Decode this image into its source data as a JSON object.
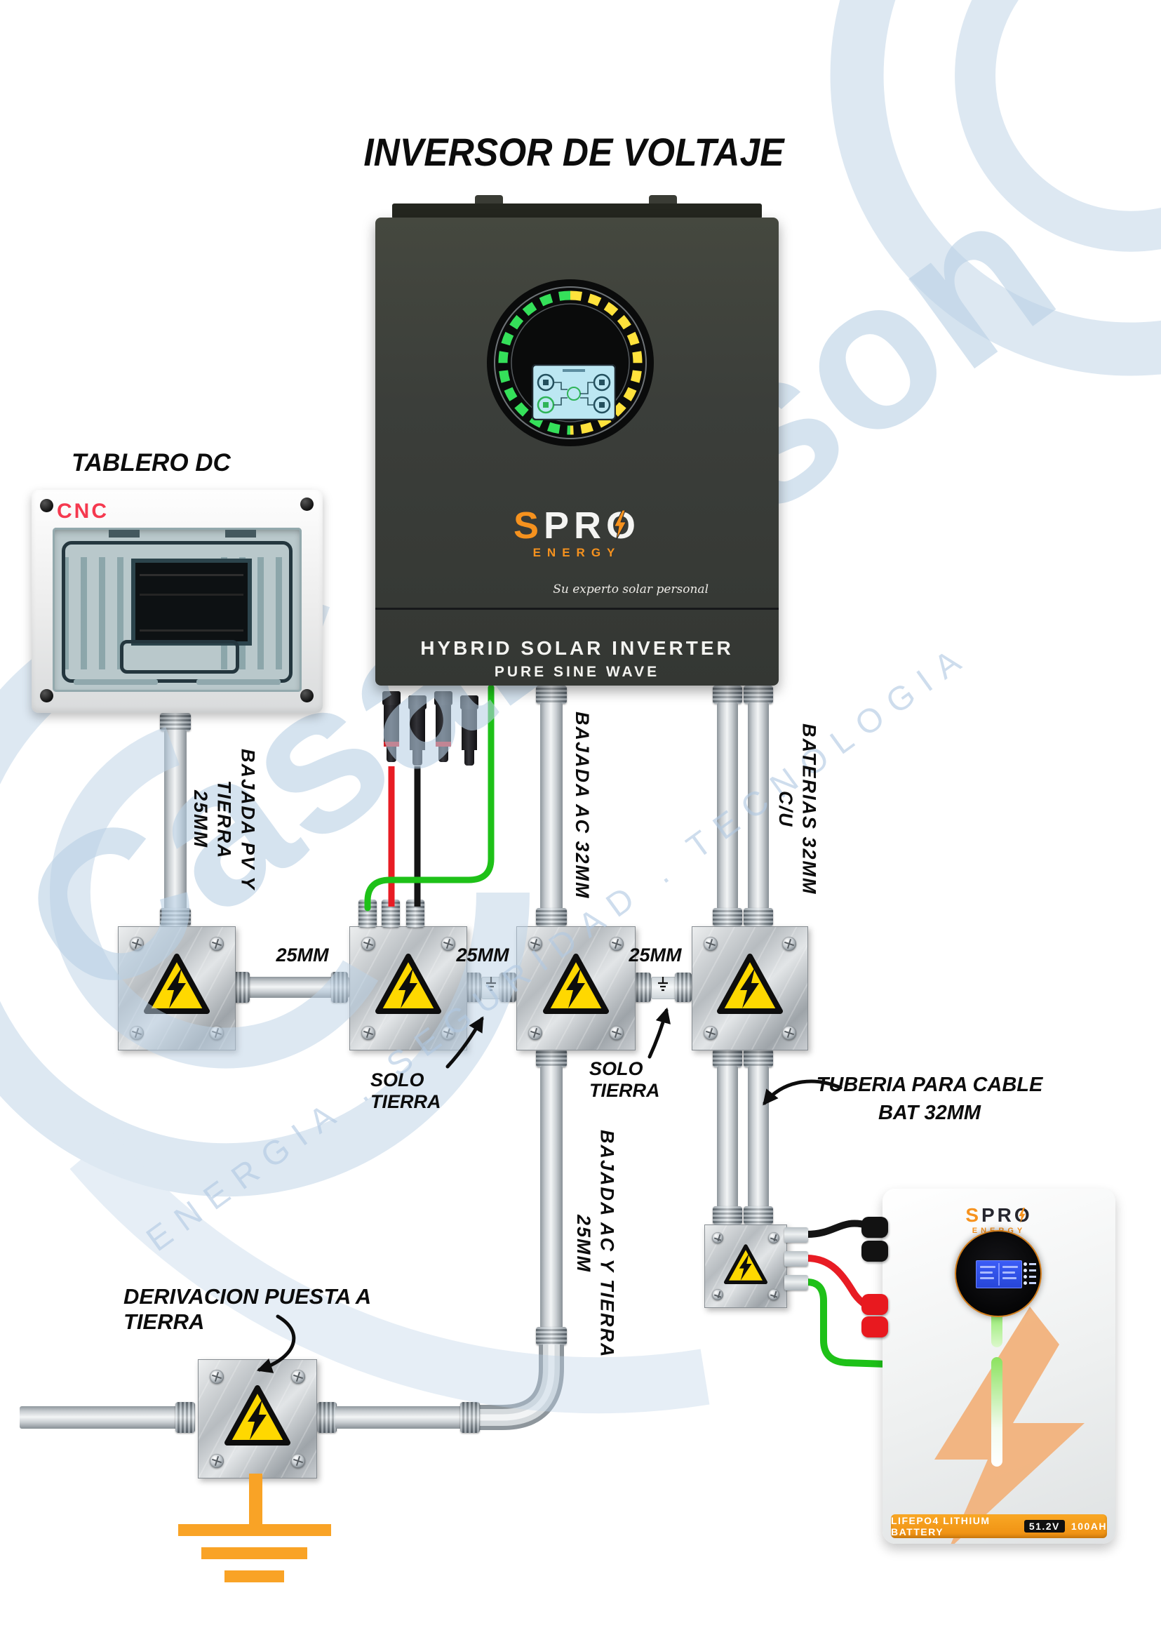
{
  "title": "INVERSOR DE VOLTAJE",
  "colors": {
    "accent_orange": "#f6921e",
    "warning_yellow": "#ffd800",
    "ground_orange": "#f9a326",
    "wire_red": "#e81c24",
    "wire_green": "#1ec118",
    "wire_black": "#141414",
    "cnc_red": "#f5394f",
    "watermark_blue": "#b7cee4"
  },
  "watermark": {
    "brand": "CasaEdison",
    "tagline": "ENERGIA .  SEGURIDAD .  TECNOLOGIA"
  },
  "dc_panel": {
    "label": "TABLERO DC",
    "brand": "CNC"
  },
  "inverter": {
    "logo_s": "S",
    "logo_pr": "PR",
    "logo_o": "O",
    "logo_sub": "ENERGY",
    "slogan": "Su experto solar personal",
    "product_line1": "HYBRID  SOLAR INVERTER",
    "product_line2": "PURE SINE WAVE"
  },
  "battery": {
    "logo_s": "S",
    "logo_pr": "PR",
    "logo_o": "O",
    "logo_sub": "ENERGY",
    "footer_text": "LIFEPO4  LITHIUM  BATTERY",
    "footer_voltage": "51.2V",
    "footer_capacity": "100AH"
  },
  "conduit_labels": {
    "pv_line1": "BAJADA PV Y TIERRA",
    "pv_line2": "25MM",
    "ac_down": "BAJADA AC 32MM",
    "batteries": "BATERIAS 32MM C/U",
    "size_1": "25MM",
    "size_2": "25MM",
    "size_3": "25MM",
    "solo_tierra_1": "SOLO TIERRA",
    "solo_tierra_2": "SOLO TIERRA",
    "ac_ground_down": "BAJADA AC Y TIERRA 25MM",
    "battery_pipe_line1": "TUBERIA PARA CABLE",
    "battery_pipe_line2": "BAT 32MM",
    "ground_branch": "DERIVACION PUESTA A TIERRA"
  }
}
